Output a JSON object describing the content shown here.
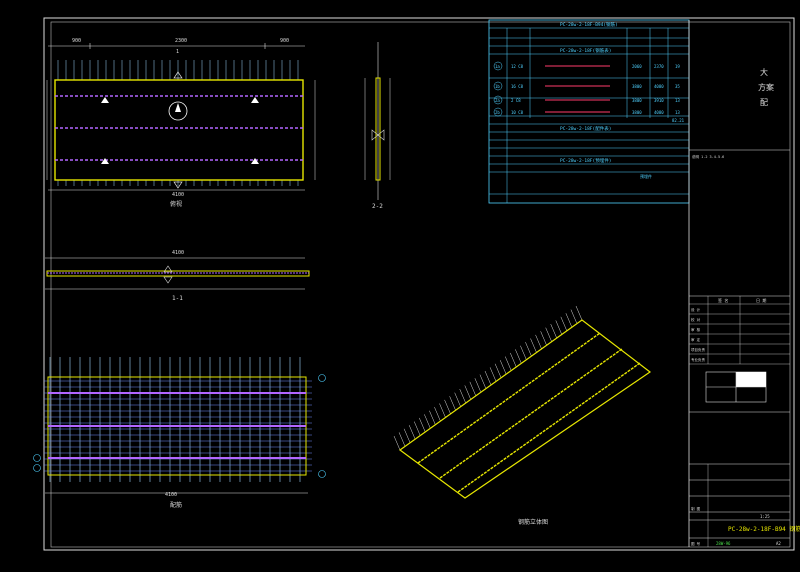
{
  "drawing": {
    "plan_title": "俯视",
    "elev_title": "1-1",
    "side_title": "2-2",
    "rebar_title": "配筋",
    "iso_title": "钢筋立体图",
    "dims_top": [
      "900",
      "2300",
      "900"
    ],
    "dims_mid": [
      "4100"
    ],
    "sec_mark": "1",
    "page_no": "A2"
  },
  "table": {
    "header": "PC-28w-2-18F-B94(钢筋)",
    "sub1": "PC-28w-2-18F(钢筋表)",
    "sub2": "PC-28w-2-18F(配件表)",
    "sub3": "PC-28w-2-18F(预埋件)",
    "rows": [
      {
        "id": "1a",
        "d": "12 C8",
        "v1": "2060",
        "v2": "2370",
        "v3": "19"
      },
      {
        "id": "1b",
        "d": "16 C8",
        "v1": "3800",
        "v2": "4080",
        "v3": "35"
      },
      {
        "id": "2a",
        "d": "2 C8",
        "v1": "3800",
        "v2": "3910",
        "v3": "13"
      },
      {
        "id": "2b",
        "d": "10 C8",
        "v1": "3800",
        "v2": "4080",
        "v3": "13"
      }
    ],
    "total": "82.21",
    "remark": "预埋件"
  },
  "title_block": {
    "char1": "大",
    "char2": "方案",
    "char3": "配",
    "note": "说明 1.2  3.4.5.6",
    "fields": [
      "设 计",
      "校 对",
      "审 核",
      "审 定",
      "项目负责",
      "专业负责",
      "制 图"
    ],
    "header1": "签 名",
    "header2": "日 期",
    "scale": "1:25",
    "drawing_no": "PC-28w-2-18F-B94 钢筋",
    "sheet_no": "28W-96",
    "sheet_label": "图 号"
  }
}
